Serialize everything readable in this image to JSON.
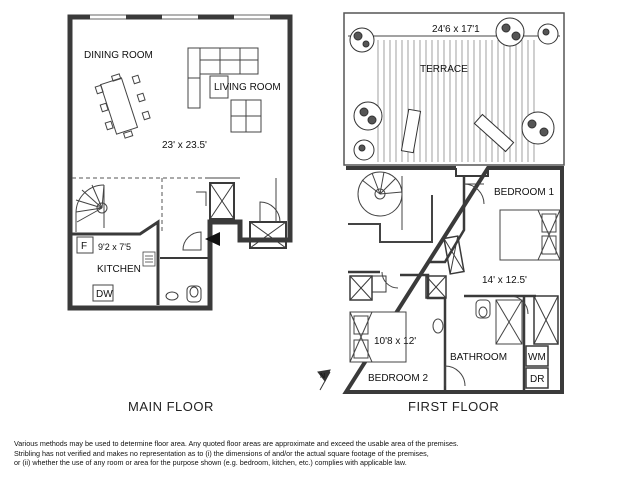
{
  "main_floor": {
    "title": "MAIN FLOOR",
    "rooms": {
      "dining": "DINING ROOM",
      "living": "LIVING ROOM",
      "living_dims": "23' x 23.5'",
      "kitchen": "KITCHEN",
      "kitchen_dims": "9'2 x 7'5",
      "fridge": "F",
      "dishwasher": "DW"
    }
  },
  "first_floor": {
    "title": "FIRST FLOOR",
    "rooms": {
      "terrace": "TERRACE",
      "terrace_dims": "24'6 x 17'1",
      "bedroom1": "BEDROOM 1",
      "bedroom1_dims": "14' x 12.5'",
      "bedroom2": "BEDROOM 2",
      "bedroom2_dims": "10'8 x 12'",
      "bathroom": "BATHROOM",
      "washer": "WM",
      "dryer": "DR"
    },
    "north": "N"
  },
  "disclaimer": [
    "Various methods may be used to determine floor area.  Any quoted floor areas are approximate and exceed the usable area of the premises.",
    "Stribling has not verified and makes no representation as to (i) the dimensions of and/or the actual square footage of the premises,",
    "or (ii) whether the use of any room or area for the purpose shown (e.g. bedroom, kitchen, etc.) complies with applicable law."
  ]
}
